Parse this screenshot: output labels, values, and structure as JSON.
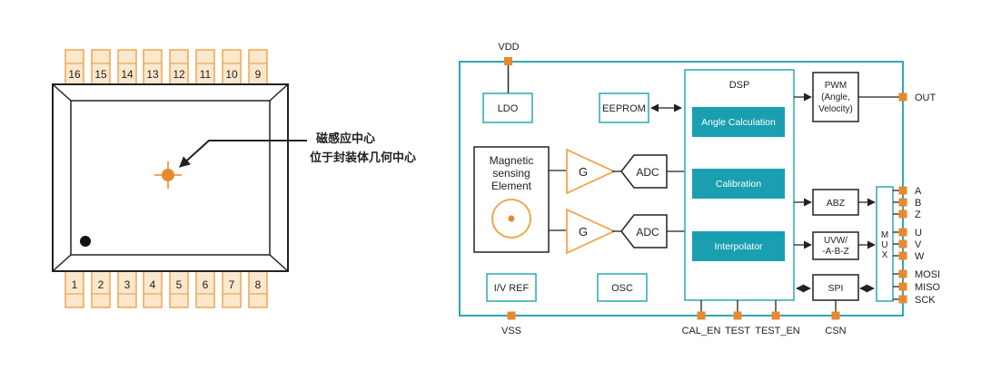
{
  "colors": {
    "teal": "#2aa9b5",
    "teal_fill": "#1a9fb0",
    "orange": "#f0a650",
    "orange_dark": "#e8892e",
    "pin_fill": "#fbe7cc",
    "line": "#222222"
  },
  "package": {
    "top_pins": [
      "16",
      "15",
      "14",
      "13",
      "12",
      "11",
      "10",
      "9"
    ],
    "bottom_pins": [
      "1",
      "2",
      "3",
      "4",
      "5",
      "6",
      "7",
      "8"
    ],
    "annotation": {
      "line1": "磁感应中心",
      "line2": "位于封装体几何中心"
    }
  },
  "block_diagram": {
    "signals": {
      "vdd": "VDD",
      "vss": "VSS",
      "out": "OUT",
      "cal_en": "CAL_EN",
      "test": "TEST",
      "test_en": "TEST_EN",
      "csn": "CSN"
    },
    "blocks": {
      "ldo": "LDO",
      "eeprom": "EEPROM",
      "magnetic": [
        "Magnetic",
        "sensing",
        "Element"
      ],
      "amp": "G",
      "adc": "ADC",
      "ivref": "I/V REF",
      "osc": "OSC",
      "dsp": "DSP",
      "angle_calc": "Angle Calculation",
      "calibration": "Calibration",
      "interpolator": "Interpolator",
      "pwm": [
        "PWM",
        "(Angle,",
        "Velocity)"
      ],
      "abz": "ABZ",
      "uvw": [
        "UVW/",
        "-A-B-Z"
      ],
      "spi": "SPI",
      "mux": [
        "M",
        "U",
        "X"
      ]
    },
    "outputs_abz": [
      "A",
      "B",
      "Z"
    ],
    "outputs_uvw": [
      "U",
      "V",
      "W"
    ],
    "outputs_spi": [
      "MOSI",
      "MISO",
      "SCK"
    ]
  }
}
